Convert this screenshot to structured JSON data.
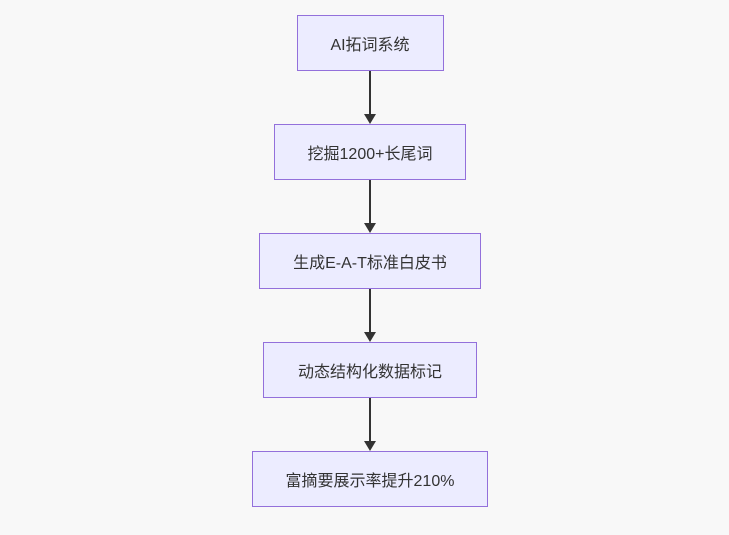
{
  "diagram": {
    "type": "flowchart",
    "direction": "top-down",
    "nodes": [
      {
        "label": "AI拓词系统"
      },
      {
        "label": "挖掘1200+长尾词"
      },
      {
        "label": "生成E-A-T标准白皮书"
      },
      {
        "label": "动态结构化数据标记"
      },
      {
        "label": "富摘要展示率提升210%"
      }
    ],
    "edges": [
      {
        "from": 0,
        "to": 1,
        "style": "arrow-down"
      },
      {
        "from": 1,
        "to": 2,
        "style": "arrow-down"
      },
      {
        "from": 2,
        "to": 3,
        "style": "arrow-down"
      },
      {
        "from": 3,
        "to": 4,
        "style": "arrow-down"
      }
    ],
    "colors": {
      "node_fill": "#ECECFF",
      "node_border": "#9370DB",
      "arrow": "#333333",
      "text": "#333333",
      "background": "#f8f8f8"
    }
  }
}
